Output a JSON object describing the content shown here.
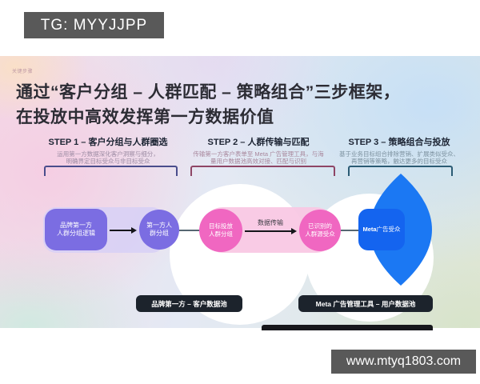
{
  "overlay": {
    "tg_badge": "TG: MYYJJPP",
    "site_badge": "www.mtyq1803.com"
  },
  "slide": {
    "eyebrow": "关键步骤",
    "title": {
      "line1": "通过“客户分组 – 人群匹配 – 策略组合”三步框架，",
      "line2": "在投放中高效发挥第一方数据价值"
    },
    "steps": [
      {
        "heading": "STEP 1 – 客户分组与人群圈选",
        "desc_line1": "运用第一方数据深化客户洞察与细分，",
        "desc_line2": "明确界定目标受众与非目标受众"
      },
      {
        "heading": "STEP 2 – 人群传输与匹配",
        "desc_line1": "传输第一方客户表单至 Meta 广告管理工具，与海",
        "desc_line2": "量用户数据池高效对接、匹配与识别"
      },
      {
        "heading": "STEP 3 – 策略组合与投放",
        "desc_line1": "基于业务目标组合排除营销、扩展类似受众、",
        "desc_line2": "再营销等策略，触达更多的目标受众"
      }
    ],
    "diagram": {
      "brand_logic_box": {
        "line1": "品牌第一方",
        "line2": "人群分组逻辑"
      },
      "first_party_circle": {
        "line1": "第一方人",
        "line2": "群分组"
      },
      "target_circle": {
        "line1": "目标投放",
        "line2": "人群分组"
      },
      "transfer_label": "数据传输",
      "identified_circle": {
        "line1": "已识别的",
        "line2": "人群源受众"
      },
      "meta_audience_box": {
        "bold": "Meta",
        "rest": "广告受众"
      },
      "pill_left": "品牌第一方 – 客户数据池",
      "pill_right": "Meta 广告管理工具 – 用户数据池"
    },
    "colors": {
      "purple": "#7b6de2",
      "purple_band": "#d7d0f6",
      "pink": "#f067c1",
      "pink_band": "#f9c7e3",
      "meta_blue": "#1464ef",
      "lens_blue": "#1b78f3",
      "pill_dark": "#1c232c",
      "badge_gray": "#595959",
      "bracket_step1": "#4a4d8c",
      "bracket_step2": "#8e4565",
      "bracket_step3": "#2b5b74"
    }
  }
}
